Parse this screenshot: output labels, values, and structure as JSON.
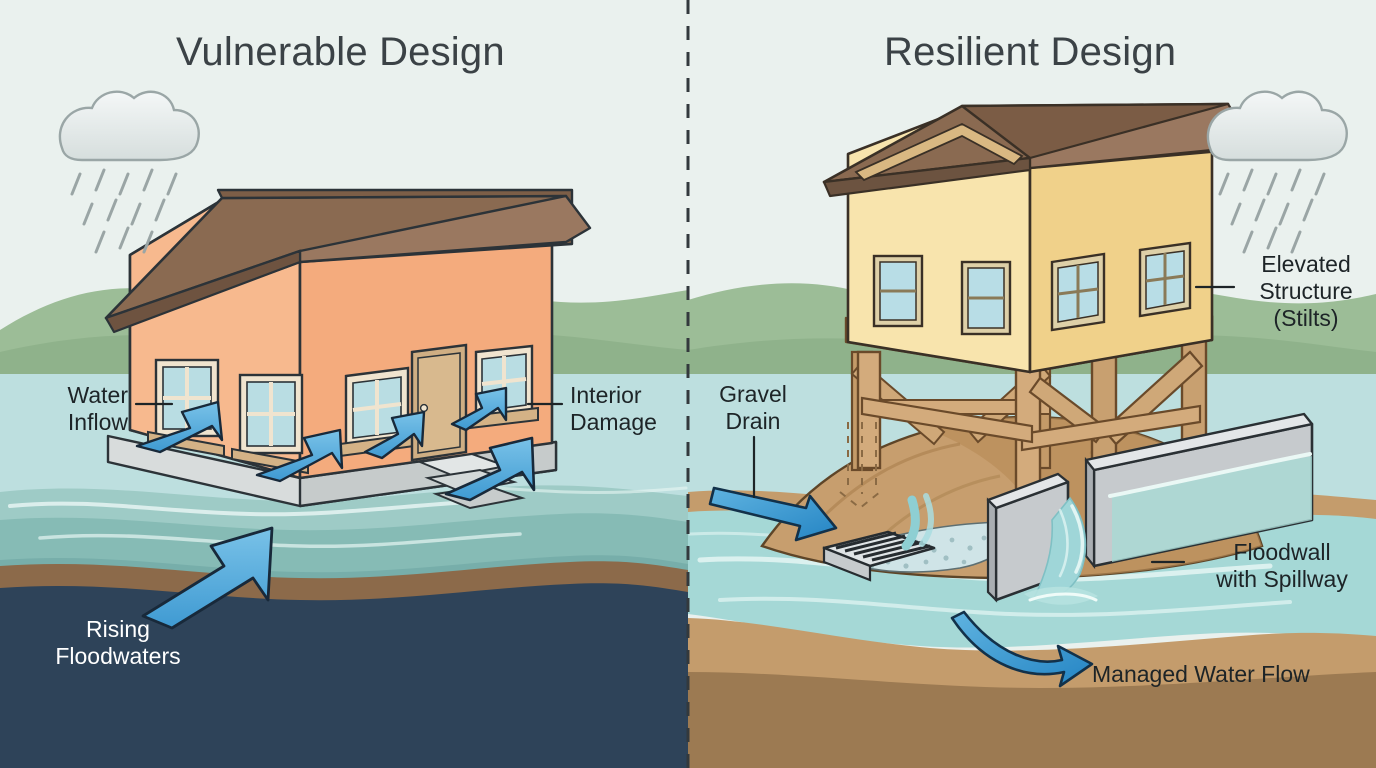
{
  "figure": {
    "type": "comparison-diagram",
    "subject": "Flood-resilient building design comparison",
    "panels_count": 2,
    "divider": "dashed-vertical"
  },
  "panels": {
    "left": {
      "title": "Vulnerable Design",
      "scene": "single-story house on slab foundation inundated by floodwater",
      "labels": [
        {
          "id": "water-inflow",
          "text": "Water\nInflow"
        },
        {
          "id": "interior-damage",
          "text": "Interior\nDamage"
        },
        {
          "id": "rising-floodwaters",
          "text": "Rising\nFloodwaters"
        }
      ],
      "elements": {
        "house_wall_color": "#f6b78b",
        "house_wall_shade_color": "#f3a878",
        "roof_color": "#8a6a51",
        "roof_shade_color": "#7a5b43",
        "foundation_color": "#d8dcdc",
        "window_glass_color": "#bcdfe4",
        "window_frame_color": "#f0e4cf",
        "door_color": "#d4ae82",
        "arrow_color": "#57a8dc",
        "arrow_outline_color": "#1b2a3a",
        "windows_count": 4,
        "inflow_arrows_count": 4,
        "cloud_color": "#e7ecec",
        "rain_color": "#9aa5a5"
      }
    },
    "right": {
      "title": "Resilient Design",
      "scene": "house elevated on timber stilts above a mound with drainage and floodwall",
      "labels": [
        {
          "id": "elevated-structure",
          "text": "Elevated\nStructure\n(Stilts)"
        },
        {
          "id": "gravel-drain",
          "text": "Gravel\nDrain"
        },
        {
          "id": "floodwall-spillway",
          "text": "Floodwall\nwith Spillway"
        },
        {
          "id": "managed-water-flow",
          "text": "Managed Water Flow"
        }
      ],
      "elements": {
        "house_wall_color": "#f5dfa2",
        "house_wall_shade_color": "#f0d48c",
        "roof_color": "#8a6a51",
        "roof_shade_color": "#76583f",
        "stilt_color": "#d0a877",
        "stilt_shade_color": "#b98f5e",
        "mound_color": "#c79e6e",
        "mound_shade_color": "#b08752",
        "floodwall_color": "#c6c9cc",
        "floodwall_top_color": "#e2e5e7",
        "gravel_color": "#cfe3e6",
        "grate_color": "#d9dde0",
        "spillway_water_color": "#a7dde0",
        "arrow_color": "#2f8fca",
        "arrow_outline_color": "#12314a",
        "windows_count": 4,
        "stilts_count": 6,
        "cloud_color": "#e7ecec",
        "rain_color": "#9aa5a5"
      }
    }
  },
  "environment": {
    "sky_color": "#eaf1ee",
    "hills_color": "#90b48c",
    "hills_shade_color": "#82a97f",
    "shallow_water_color": "#b9dfdf",
    "mid_water_color": "#8fc5c0",
    "deep_water_color": "#7fb7b2",
    "soil_strip_color": "#8c6a4a",
    "deep_navy_color": "#2e4359",
    "earth_upper_color": "#c9a377",
    "earth_lower_color": "#9c7a52",
    "waterline_highlight_color": "#e8f6f4"
  },
  "typography": {
    "title_color": "#3b4246",
    "label_color": "#1d2427",
    "label_light_color": "#ffffff"
  }
}
